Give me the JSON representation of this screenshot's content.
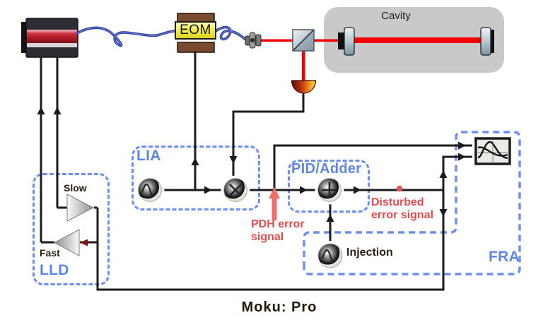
{
  "optical_path": {
    "eom": {
      "label": "EOM"
    },
    "cavity": {
      "label": "Cavity"
    }
  },
  "moku_blocks": {
    "lia": {
      "label": "LIA"
    },
    "pid_adder": {
      "label": "PID/Adder"
    },
    "fra": {
      "label": "FRA"
    },
    "injection": {
      "label": "Injection"
    },
    "lld": {
      "label": "LLD",
      "slow": {
        "label": "Slow"
      },
      "fast": {
        "label": "Fast"
      }
    }
  },
  "annotations": {
    "pdh_error": {
      "label": "PDH error signal"
    },
    "disturbed_error": {
      "label": "Disturbed error signal"
    }
  },
  "device": {
    "label": "Moku: Pro"
  },
  "icons": [
    "laser-icon",
    "fiber-icon",
    "eom-icon",
    "collimator-icon",
    "beamsplitter-icon",
    "cavity-mirror-icon",
    "photodetector-icon",
    "oscillator-icon",
    "mixer-icon",
    "adder-icon",
    "amplifier-icon",
    "fra-display-icon"
  ],
  "colors": {
    "block_label_blue": "#5b86e8",
    "dashed_border_blue": "#6e8fef",
    "signal_red": "#e34c4c",
    "beam_red": "#f20000",
    "fiber_blue": "#2b3c9c",
    "eom_yellow": "#efe93a",
    "eom_brown": "#7c4a2e",
    "wire_black": "#1c1c1c",
    "cavity_gray": "#c9c9c9"
  }
}
